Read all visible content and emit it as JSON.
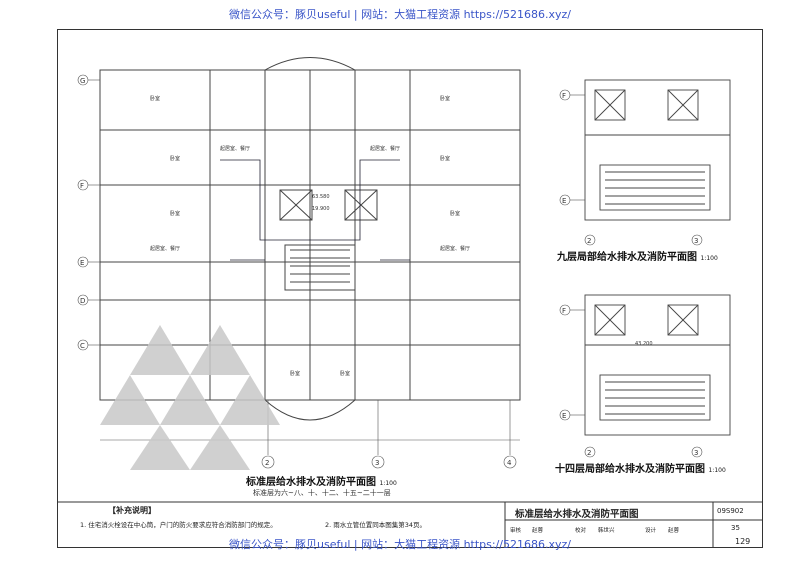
{
  "watermark": {
    "top": "微信公众号：豚贝useful | 网站：大猫工程资源 https://521686.xyz/",
    "bottom": "微信公众号：豚贝useful | 网站：大猫工程资源 https://521686.xyz/"
  },
  "main_plan": {
    "title": "标准层给水排水及消防平面图",
    "scale": "1:100",
    "subtitle": "标准层为六~八、十、十二、十五~二十一层",
    "axes_rows": [
      "G",
      "F",
      "E",
      "D",
      "C"
    ],
    "axes_cols": [
      "2",
      "3",
      "4"
    ],
    "room_labels": [
      "卧室",
      "卧室",
      "卧室",
      "卧室",
      "起居室、餐厅",
      "起居室、餐厅",
      "卧室",
      "卧室",
      "起居室、餐厅",
      "起居室、餐厅",
      "卧室",
      "卧室"
    ],
    "elevation": "63.580",
    "elevation2": "19.900"
  },
  "floor9": {
    "title": "九层局部给水排水及消防平面图",
    "scale": "1:100",
    "axes_rows": [
      "F",
      "E"
    ],
    "axes_cols": [
      "2",
      "3"
    ]
  },
  "floor14": {
    "title": "十四层局部给水排水及消防平面图",
    "scale": "1:100",
    "axes_rows": [
      "F",
      "E"
    ],
    "axes_cols": [
      "2",
      "3"
    ],
    "elevation": "43.200"
  },
  "notes": {
    "heading": "【补充说明】",
    "n1": "1. 住宅消火栓设在中心筒，户门的防火要求应符合消防部门的规定。",
    "n2": "2. 雨水立管位置同本图集第34页。"
  },
  "title_block": {
    "title": "标准层给水排水及消防平面图",
    "code": "09S902",
    "page": "35",
    "labels": [
      "审核",
      "赵蓉",
      "校对",
      "韩世兴",
      "设计",
      "赵蓉"
    ]
  },
  "page_number": "129"
}
